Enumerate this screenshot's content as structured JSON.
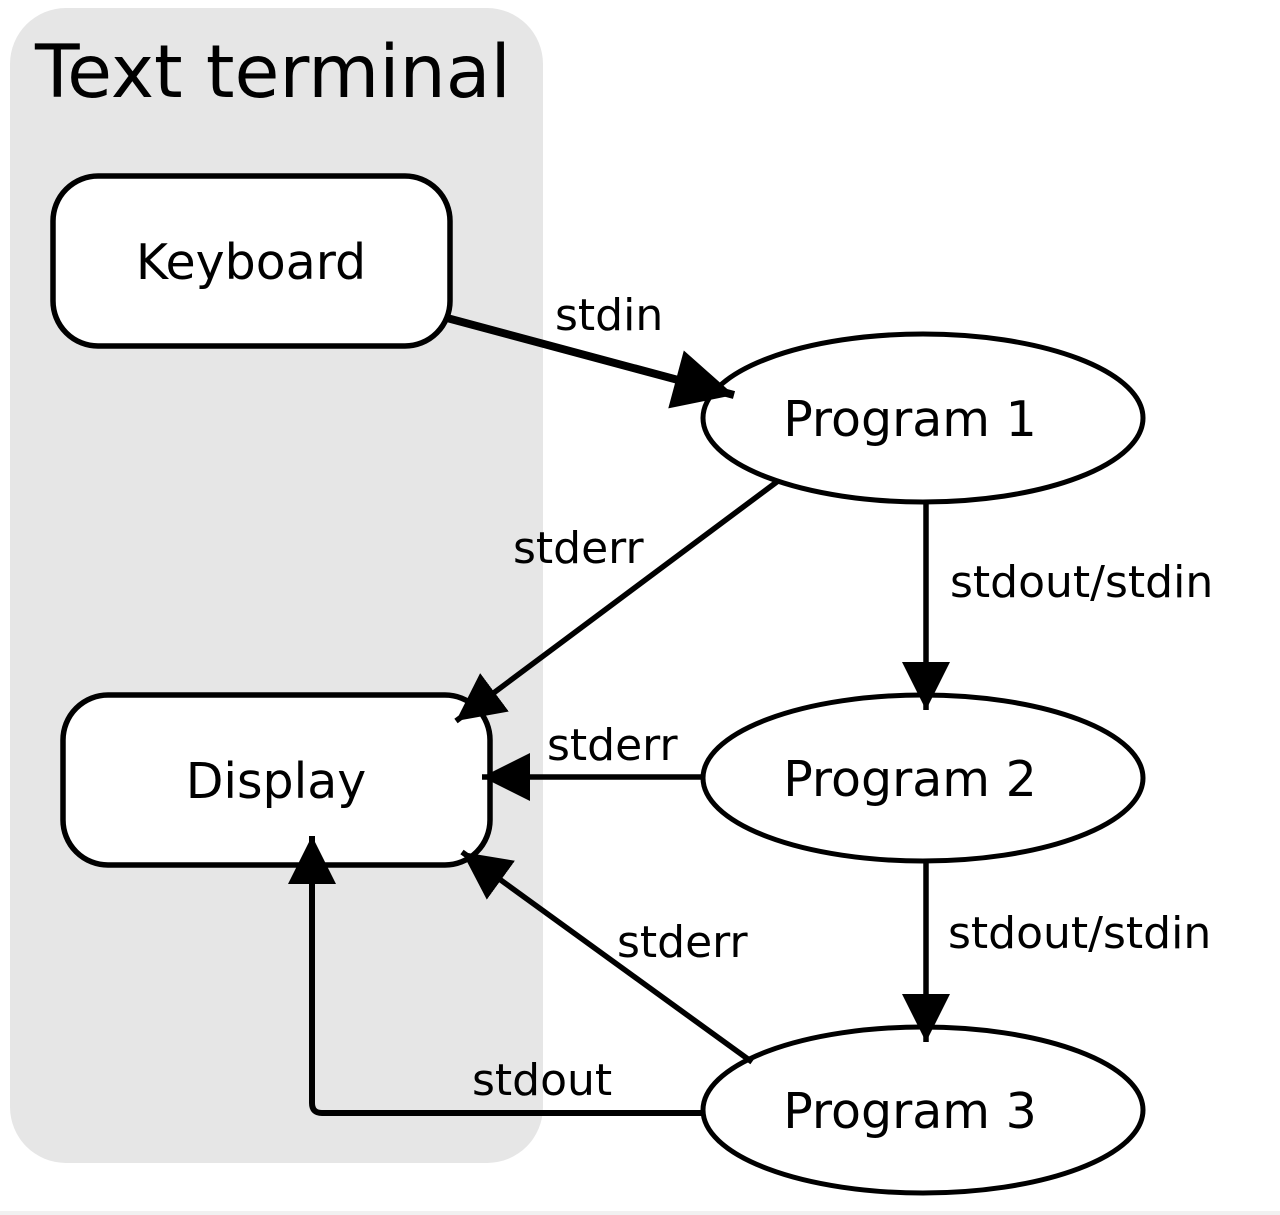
{
  "diagram": {
    "title": "Text terminal",
    "colors": {
      "terminal_bg": "#e6e6e6",
      "node_fill": "#ffffff",
      "line": "#000000",
      "bottom_separator": "#f1f1f1"
    },
    "nodes": [
      {
        "id": "keyboard",
        "label": "Keyboard",
        "shape": "rounded-rect",
        "inside_terminal": true
      },
      {
        "id": "display",
        "label": "Display",
        "shape": "rounded-rect",
        "inside_terminal": true
      },
      {
        "id": "program1",
        "label": "Program 1",
        "shape": "ellipse",
        "inside_terminal": false
      },
      {
        "id": "program2",
        "label": "Program 2",
        "shape": "ellipse",
        "inside_terminal": false
      },
      {
        "id": "program3",
        "label": "Program 3",
        "shape": "ellipse",
        "inside_terminal": false
      }
    ],
    "edges": [
      {
        "from": "keyboard",
        "to": "program1",
        "label": "stdin"
      },
      {
        "from": "program1",
        "to": "display",
        "label": "stderr"
      },
      {
        "from": "program1",
        "to": "program2",
        "label": "stdout/stdin"
      },
      {
        "from": "program2",
        "to": "display",
        "label": "stderr"
      },
      {
        "from": "program2",
        "to": "program3",
        "label": "stdout/stdin"
      },
      {
        "from": "program3",
        "to": "display",
        "label": "stderr"
      },
      {
        "from": "program3",
        "to": "display",
        "label": "stdout"
      }
    ]
  }
}
